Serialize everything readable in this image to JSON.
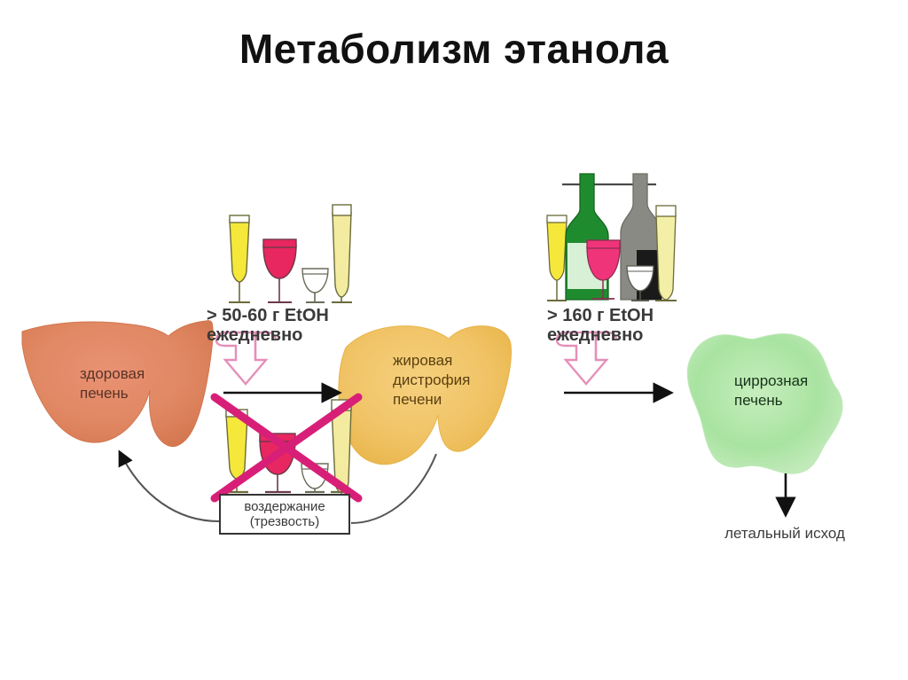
{
  "title": "Метаболизм этанола",
  "doses": {
    "moderate": {
      "amount": "> 50-60 г EtOH",
      "frequency": "ежедневно"
    },
    "heavy": {
      "amount": "> 160 г EtOH",
      "frequency": "ежедневно"
    }
  },
  "livers": {
    "healthy": {
      "line1": "здоровая",
      "line2": "печень",
      "color": "#e08762"
    },
    "fatty": {
      "line1": "жировая",
      "line2": "дистрофия",
      "line3": "печени",
      "color": "#f0c365"
    },
    "cirrhotic": {
      "line1": "циррозная",
      "line2": "печень",
      "color": "#a9e3a1"
    }
  },
  "abstinence": {
    "line1": "воздержание",
    "line2": "(трезвость)"
  },
  "outcome": {
    "label": "летальный исход"
  },
  "palette": {
    "arrow_pink": "#e58fb8",
    "cross_magenta": "#d81f78",
    "arrow_black": "#1a1a1a",
    "curve_gray": "#555555",
    "wine_red": "#e8265f",
    "champagne_yellow": "#f5e83a",
    "bottle_green": "#1f8b2f",
    "bottle_gray": "#8a8a84"
  },
  "drinks": {
    "moderate_set": [
      "champagne-flute",
      "wine-glass",
      "brandy-snifter",
      "tall-glass"
    ],
    "crossed_set": [
      "champagne-flute",
      "wine-glass",
      "brandy-snifter",
      "tall-glass"
    ],
    "heavy_set": [
      "champagne-flute",
      "green-bottle",
      "wine-glass",
      "gray-bottle",
      "brandy-snifter",
      "tall-glass"
    ]
  }
}
